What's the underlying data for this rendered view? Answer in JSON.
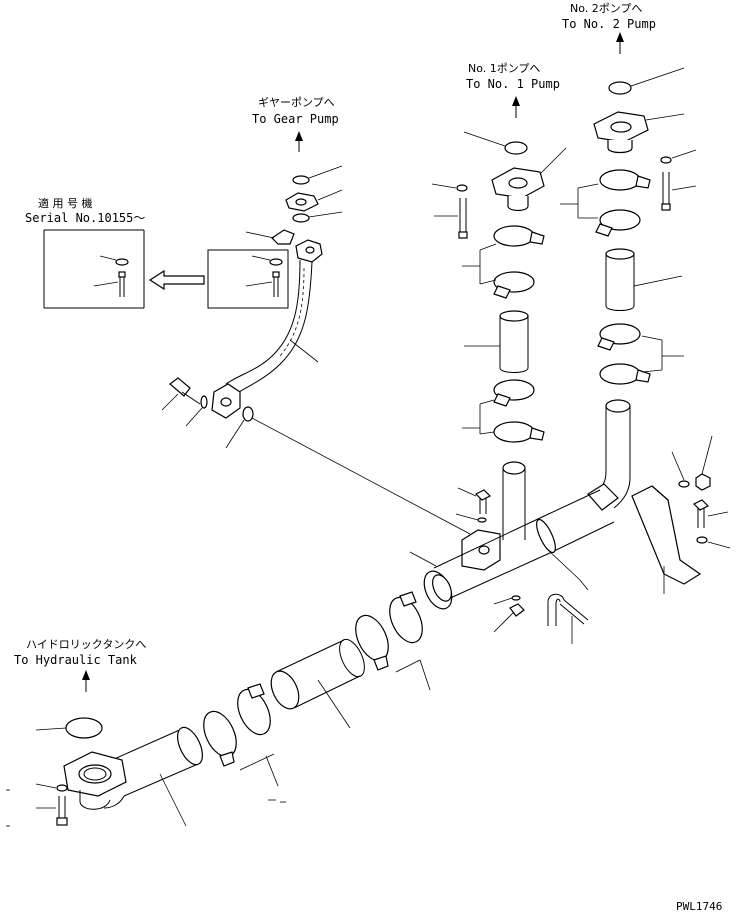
{
  "labels": {
    "no2_jp": "No. 2ポンプへ",
    "no2_en": "To No. 2 Pump",
    "no1_jp": "No. 1ポンプへ",
    "no1_en": "To No. 1 Pump",
    "gear_jp": "ギヤーポンプへ",
    "gear_en": "To Gear Pump",
    "serial_jp": "適 用 号 機",
    "serial_en": "Serial No.10155～",
    "tank_jp": "ハイドロリックタンクへ",
    "tank_en": "To Hydraulic Tank",
    "drawing_code": "PWL1746"
  },
  "colors": {
    "line": "#000000",
    "background": "#ffffff"
  }
}
